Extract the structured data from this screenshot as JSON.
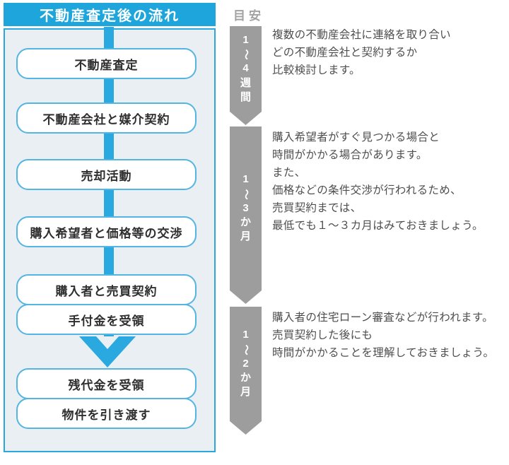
{
  "flow_panel": {
    "title": "不動産査定後の流れ",
    "steps": [
      {
        "label": "不動産査定"
      },
      {
        "label": "不動産会社と媒介契約"
      },
      {
        "label": "売却活動"
      },
      {
        "label": "購入希望者と価格等の交渉"
      },
      {
        "label": "購入者と売買契約"
      },
      {
        "label": "手付金を受領"
      },
      {
        "label": "残代金を受領"
      },
      {
        "label": "物件を引き渡す"
      }
    ]
  },
  "timeline": {
    "heading": "目安",
    "phases": [
      {
        "duration": "1～4週間",
        "description": "複数の不動産会社に連絡を取り合い\nどの不動産会社と契約するか\n比較検討します。"
      },
      {
        "duration": "1～3か月",
        "description": "購入希望者がすぐ見つかる場合と\n時間がかかる場合があります。\nまた、\n価格などの条件交渉が行われるため、\n売買契約までは、\n最低でも１～３カ月はみておきましょう。"
      },
      {
        "duration": "1～2か月",
        "description": "購入者の住宅ローン審査などが行われます。\n売買契約した後にも\n時間がかかることを理解しておきましょう。"
      }
    ]
  },
  "colors": {
    "header_blue": "#1ea6dc",
    "accent_blue": "#29a9e0",
    "box_border_blue": "#54b4e2",
    "panel_background": "#e9eff3",
    "arrow_gray": "#9d9d9d",
    "muted_gray": "#a2a2a2",
    "body_text": "#4e4e4e"
  }
}
